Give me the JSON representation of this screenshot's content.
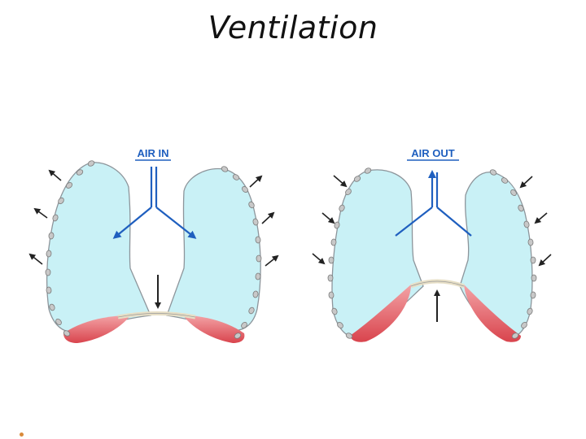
{
  "title": "Ventilation",
  "panels": {
    "inhale": {
      "label": "AIR IN"
    },
    "exhale": {
      "label": "AIR OUT"
    }
  },
  "colors": {
    "lung": "#c9f1f6",
    "lung_outline": "#8d959b",
    "rib": "#c8c8c8",
    "diaphragm": "#e7dfc6",
    "muscle": "#e05c63",
    "airway": "#1f5fbf",
    "arrow": "#222222",
    "bullet": "#d98a3a"
  }
}
